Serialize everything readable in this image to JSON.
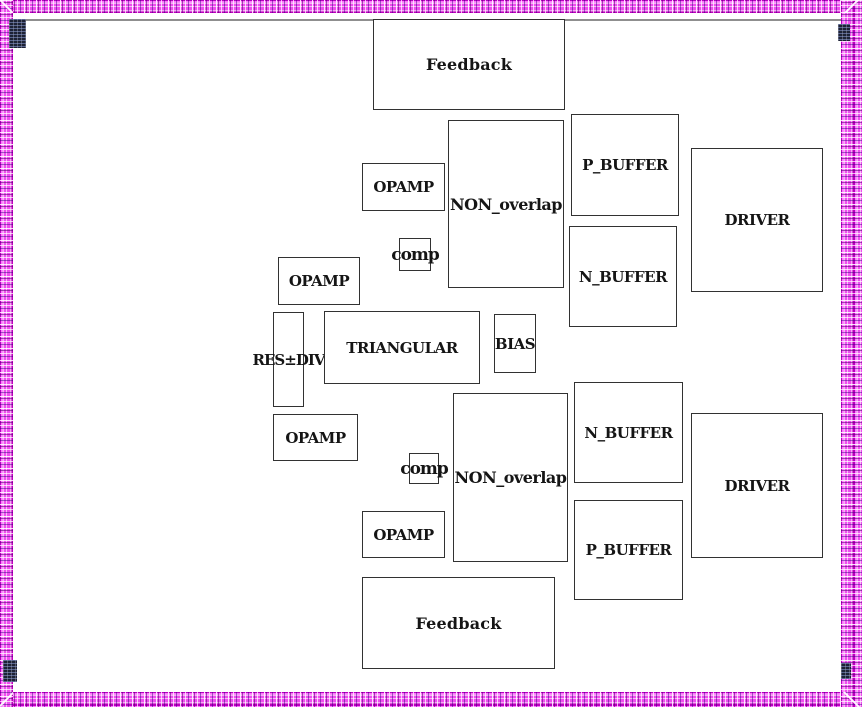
{
  "diagram": {
    "kind": "chip-floorplan",
    "blocks": [
      {
        "id": "feedback-top",
        "label": "Feedback"
      },
      {
        "id": "opamp-1",
        "label": "OPAMP"
      },
      {
        "id": "non-overlap-top",
        "label": "NON_overlap"
      },
      {
        "id": "p-buffer-top",
        "label": "P_BUFFER"
      },
      {
        "id": "n-buffer-top",
        "label": "N_BUFFER"
      },
      {
        "id": "driver-top",
        "label": "DRIVER"
      },
      {
        "id": "comp-top",
        "label": "comp"
      },
      {
        "id": "opamp-2",
        "label": "OPAMP"
      },
      {
        "id": "res-div",
        "label": "RES±DIV"
      },
      {
        "id": "triangular",
        "label": "TRIANGULAR"
      },
      {
        "id": "bias",
        "label": "BIAS"
      },
      {
        "id": "opamp-3",
        "label": "OPAMP"
      },
      {
        "id": "comp-bottom",
        "label": "comp"
      },
      {
        "id": "non-overlap-bottom",
        "label": "NON_overlap"
      },
      {
        "id": "n-buffer-bottom",
        "label": "N_BUFFER"
      },
      {
        "id": "opamp-4",
        "label": "OPAMP"
      },
      {
        "id": "p-buffer-bottom",
        "label": "P_BUFFER"
      },
      {
        "id": "driver-bottom",
        "label": "DRIVER"
      },
      {
        "id": "feedback-bottom",
        "label": "Feedback"
      }
    ]
  },
  "colors": {
    "frame_magenta": "#ee4dee",
    "frame_dark_magenta": "#b800c0",
    "frame_marker_dark": "#1d2236",
    "inner_boundary_gray": "#8f8f8f",
    "box_border": "#323232",
    "background": "#ffffff",
    "text": "#151515"
  }
}
